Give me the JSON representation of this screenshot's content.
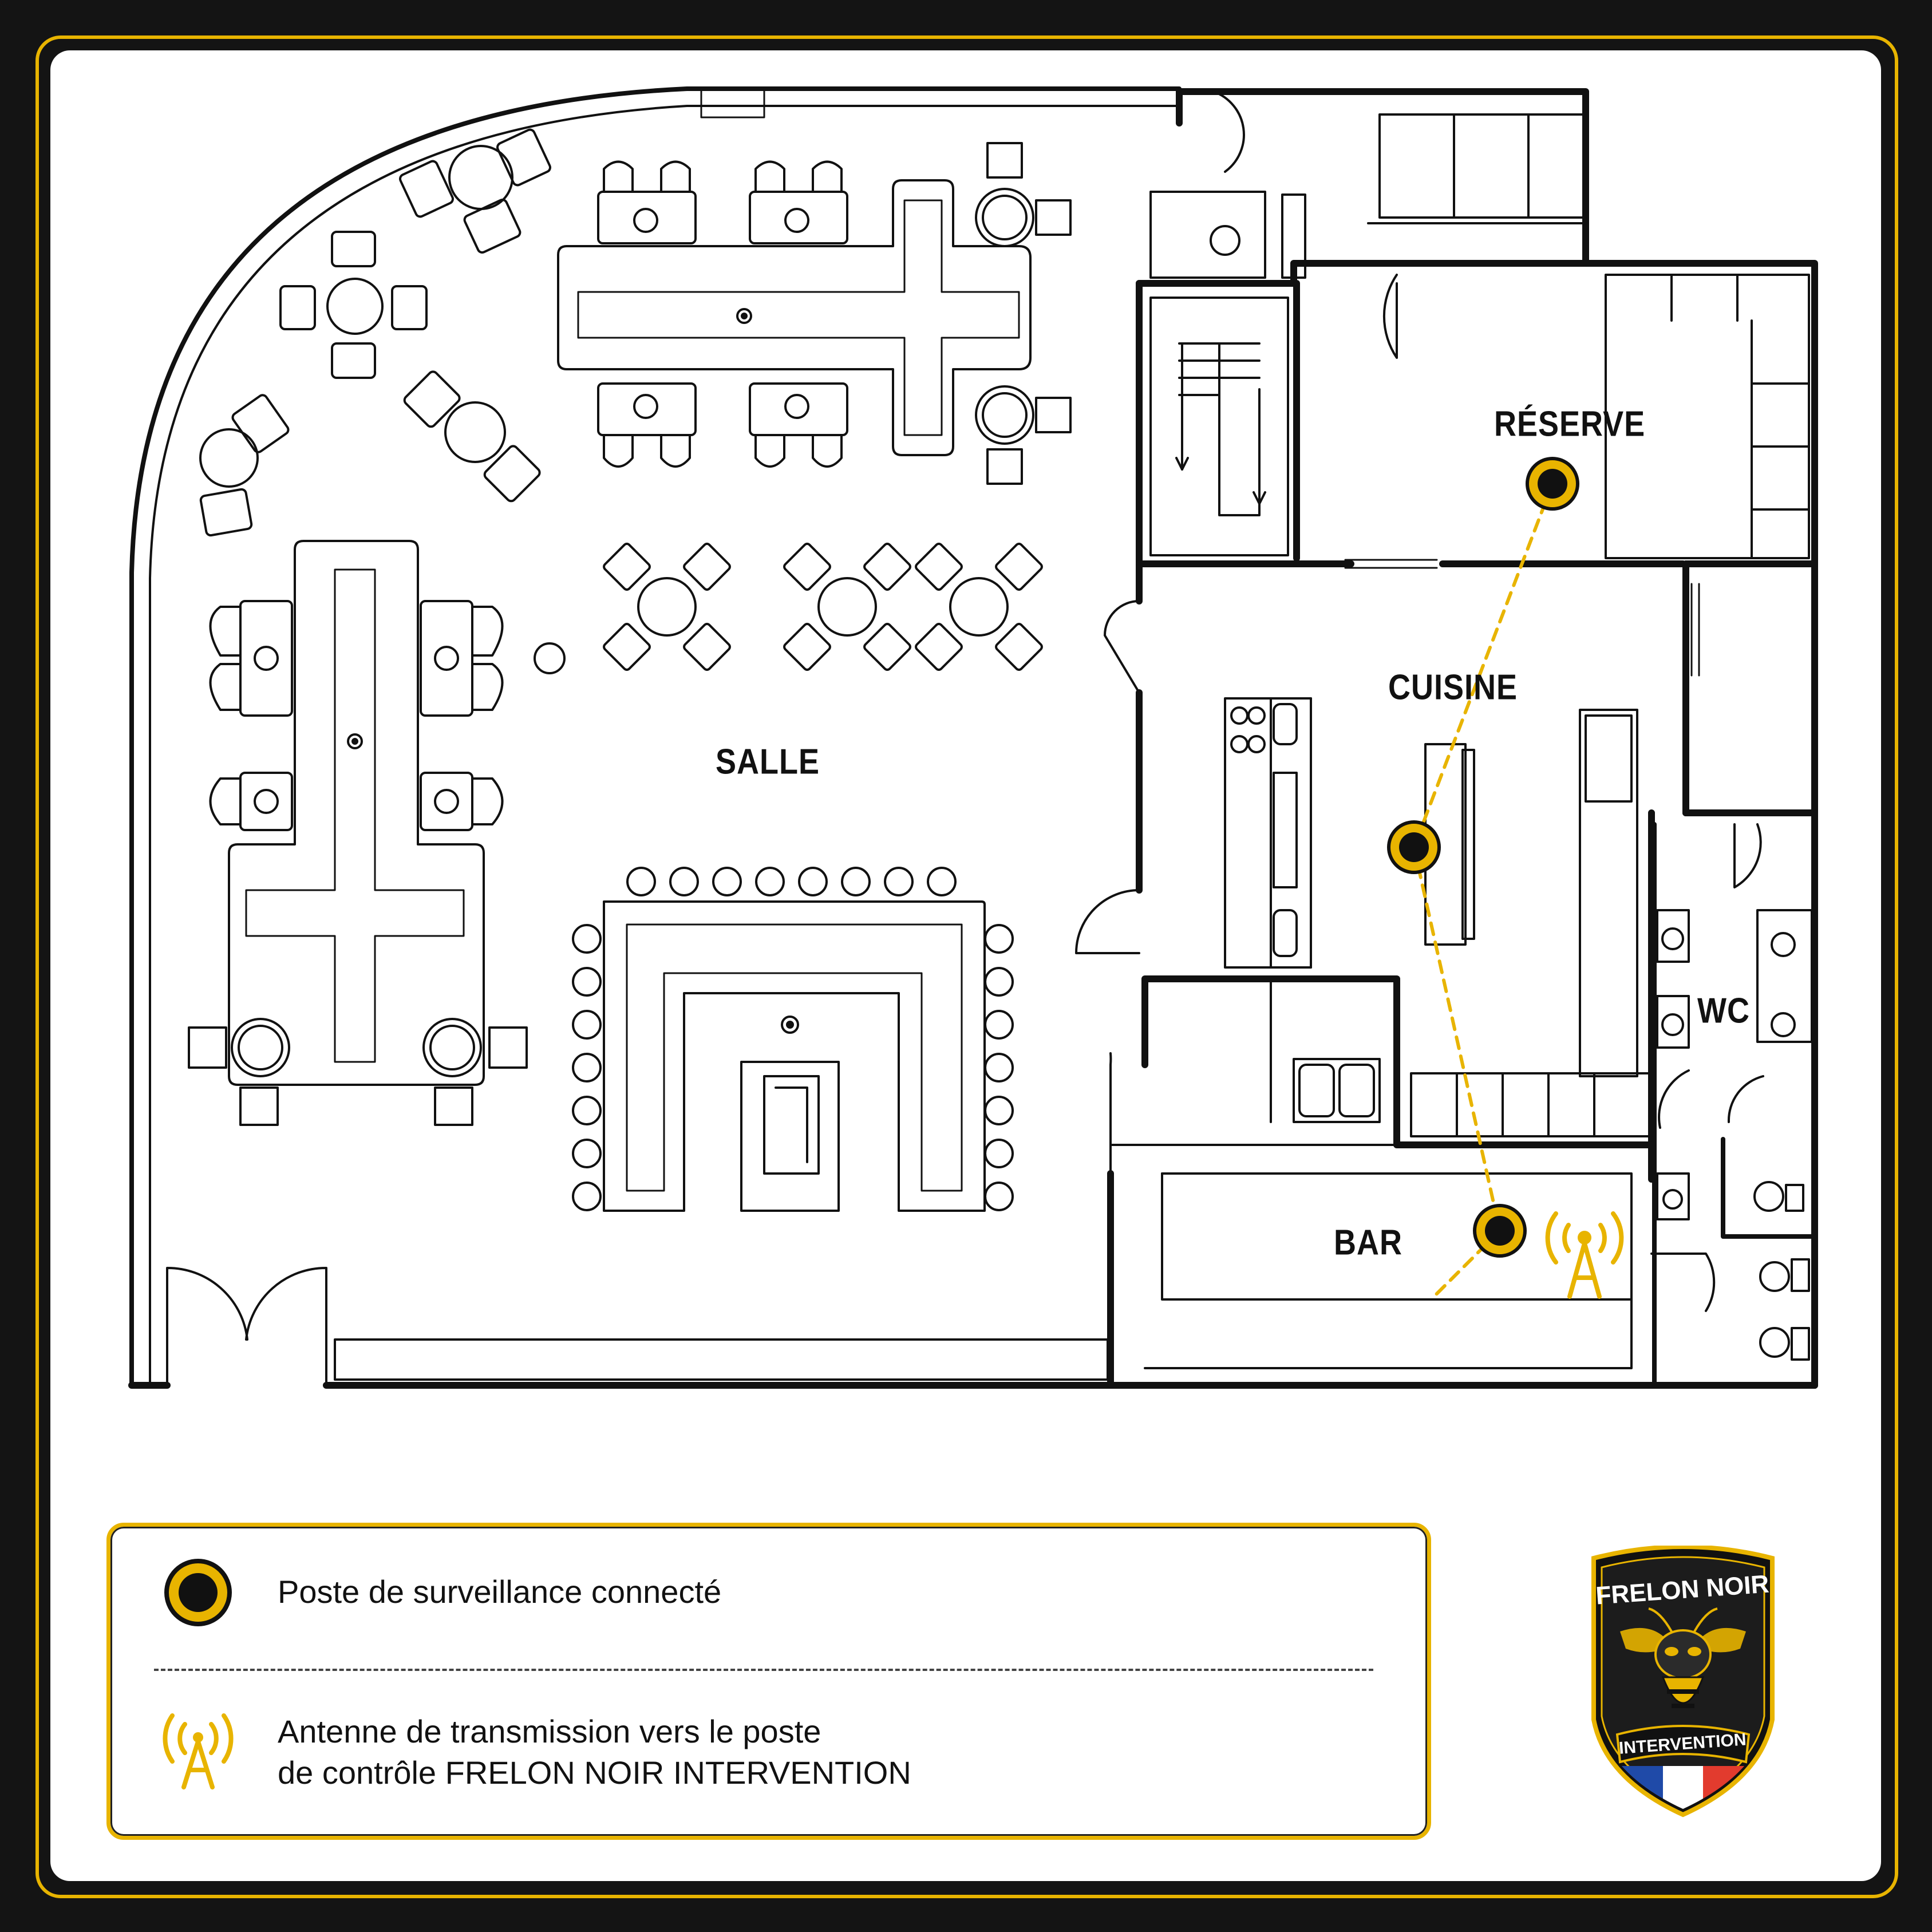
{
  "rooms": {
    "salle": "SALLE",
    "reserve": "RÉSERVE",
    "cuisine": "CUISINE",
    "bar": "BAR",
    "wc": "WC"
  },
  "legend": {
    "station_label": "Poste de surveillance connecté",
    "antenna_line1": "Antenne de transmission vers le poste",
    "antenna_line2": "de contrôle FRELON NOIR INTERVENTION"
  },
  "badge": {
    "top_text": "FRELON NOIR",
    "bottom_text": "INTERVENTION"
  },
  "colors": {
    "accent": "#e8b400",
    "ink": "#111111",
    "frame": "#141414",
    "flag_blue": "#1f4aa8",
    "flag_red": "#e23b2e"
  }
}
